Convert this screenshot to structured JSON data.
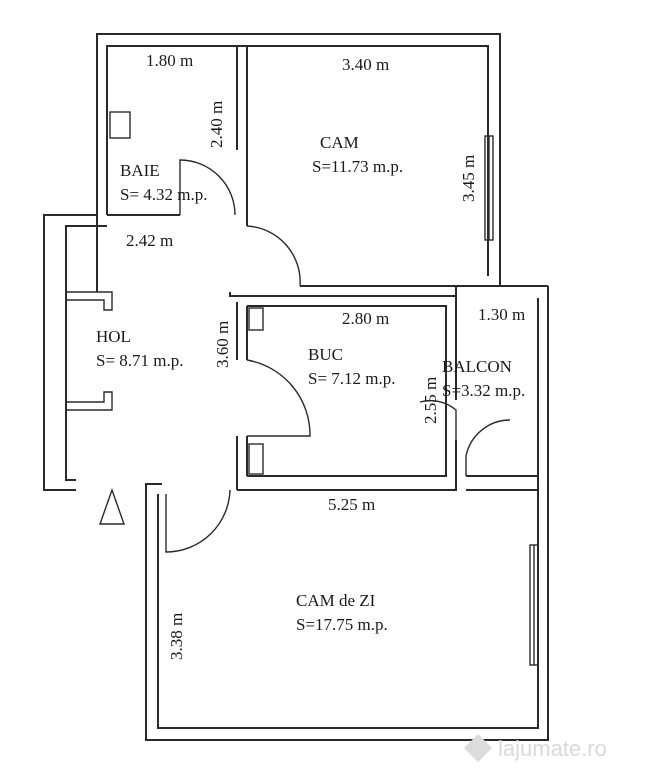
{
  "rooms": {
    "baie": {
      "name": "BAIE",
      "area": "S= 4.32 m.p."
    },
    "cam": {
      "name": "CAM",
      "area": "S=11.73 m.p."
    },
    "hol": {
      "name": "HOL",
      "area": "S= 8.71 m.p."
    },
    "buc": {
      "name": "BUC",
      "area": "S= 7.12 m.p."
    },
    "balcon": {
      "name": "BALCON",
      "area": "S=3.32 m.p."
    },
    "camzi": {
      "name": "CAM de ZI",
      "area": "S=17.75 m.p."
    }
  },
  "dimensions": {
    "baie_width": "1.80 m",
    "baie_height": "2.40 m",
    "cam_width": "3.40 m",
    "cam_height": "3.45 m",
    "hol_width": "2.42 m",
    "hol_height": "3.60 m",
    "buc_width": "2.80 m",
    "balcon_width": "1.30 m",
    "balcon_height": "2.55 m",
    "camzi_width": "5.25 m",
    "camzi_height": "3.38 m"
  },
  "watermark": "lajumate.ro"
}
